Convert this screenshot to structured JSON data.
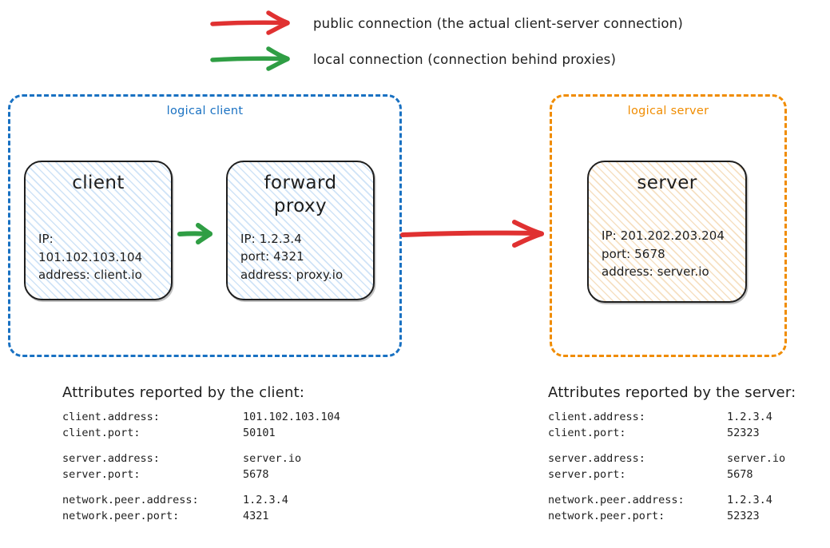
{
  "legend": {
    "items": [
      {
        "icon": "red-arrow-icon",
        "color": "#e03131",
        "label": "public connection (the actual client-server connection)"
      },
      {
        "icon": "green-arrow-icon",
        "color": "#2f9e44",
        "label": "local connection (connection behind proxies)"
      }
    ]
  },
  "groups": {
    "client": {
      "label": "logical client",
      "color": "#1971c2"
    },
    "server": {
      "label": "logical server",
      "color": "#f08c00"
    }
  },
  "nodes": {
    "client": {
      "title": "client",
      "lines": [
        "IP: 101.102.103.104",
        "address: client.io"
      ]
    },
    "proxy": {
      "title_line1": "forward",
      "title_line2": "proxy",
      "lines": [
        "IP: 1.2.3.4",
        "port: 4321",
        "address: proxy.io"
      ]
    },
    "server": {
      "title": "server",
      "lines": [
        "IP: 201.202.203.204",
        "port: 5678",
        "address: server.io"
      ]
    }
  },
  "connections": {
    "client_to_proxy": {
      "kind": "local",
      "color": "#2f9e44"
    },
    "proxy_to_server": {
      "kind": "public",
      "color": "#e03131"
    }
  },
  "attributes": {
    "client": {
      "heading": "Attributes reported by the client:",
      "groups": [
        [
          {
            "key": "client.address:",
            "value": "101.102.103.104"
          },
          {
            "key": "client.port:",
            "value": "50101"
          }
        ],
        [
          {
            "key": "server.address:",
            "value": "server.io"
          },
          {
            "key": "server.port:",
            "value": "5678"
          }
        ],
        [
          {
            "key": "network.peer.address:",
            "value": "1.2.3.4"
          },
          {
            "key": "network.peer.port:",
            "value": "4321"
          }
        ]
      ]
    },
    "server": {
      "heading": "Attributes reported by the server:",
      "groups": [
        [
          {
            "key": "client.address:",
            "value": "1.2.3.4"
          },
          {
            "key": "client.port:",
            "value": "52323"
          }
        ],
        [
          {
            "key": "server.address:",
            "value": "server.io"
          },
          {
            "key": "server.port:",
            "value": "5678"
          }
        ],
        [
          {
            "key": "network.peer.address:",
            "value": "1.2.3.4"
          },
          {
            "key": "network.peer.port:",
            "value": "52323"
          }
        ]
      ]
    }
  }
}
